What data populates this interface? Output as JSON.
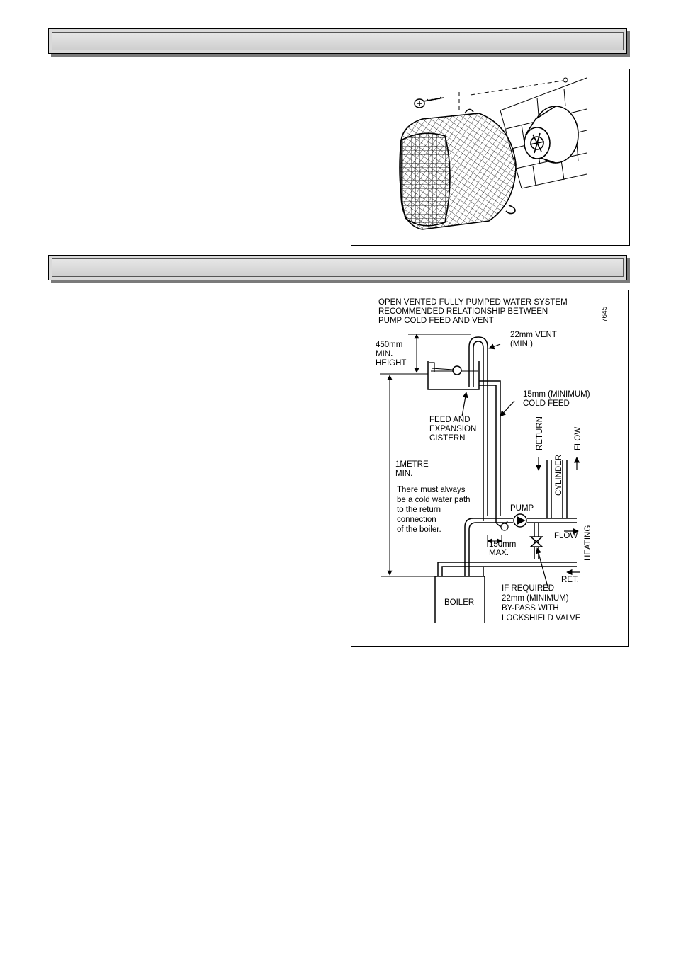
{
  "section_bars": [
    {
      "title": ""
    },
    {
      "title": ""
    }
  ],
  "figure_guard": {
    "items": [
      "screw",
      "terminal guard",
      "flue terminal",
      "brick wall"
    ]
  },
  "figure_system": {
    "heading": [
      "OPEN VENTED FULLY PUMPED WATER SYSTEM",
      "RECOMMENDED RELATIONSHIP BETWEEN",
      "PUMP COLD FEED AND VENT"
    ],
    "ref_number": "7645",
    "labels": {
      "vent": [
        "22mm VENT",
        "(MIN.)"
      ],
      "min_height": [
        "450mm",
        "MIN.",
        "HEIGHT"
      ],
      "cold_feed": [
        "15mm (MINIMUM)",
        "COLD FEED"
      ],
      "cistern": [
        "FEED AND",
        "EXPANSION",
        "CISTERN"
      ],
      "return": "RETURN",
      "cylinder": "CYLINDER",
      "flow_vertical": "FLOW",
      "metre": [
        "1METRE",
        "MIN."
      ],
      "note": [
        "There must always",
        "be a cold water path",
        "to the return",
        "connection",
        "of the boiler."
      ],
      "pump": "PUMP",
      "flow_heating": "FLOW",
      "heating": "HEATING",
      "distance": [
        "150mm",
        "MAX."
      ],
      "ret": "RET.",
      "bypass": [
        "IF REQUIRED",
        "22mm (MINIMUM)",
        "BY-PASS WITH",
        "LOCKSHIELD VALVE"
      ],
      "boiler": "BOILER"
    }
  }
}
